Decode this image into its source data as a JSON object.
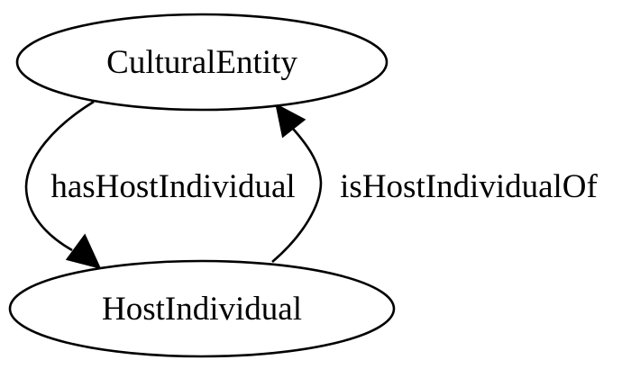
{
  "diagram": {
    "nodes": [
      {
        "id": "cultural-entity",
        "label": "CulturalEntity"
      },
      {
        "id": "host-individual",
        "label": "HostIndividual"
      }
    ],
    "edges": [
      {
        "from": "cultural-entity",
        "to": "host-individual",
        "label": "hasHostIndividual"
      },
      {
        "from": "host-individual",
        "to": "cultural-entity",
        "label": "isHostIndividualOf"
      }
    ]
  }
}
